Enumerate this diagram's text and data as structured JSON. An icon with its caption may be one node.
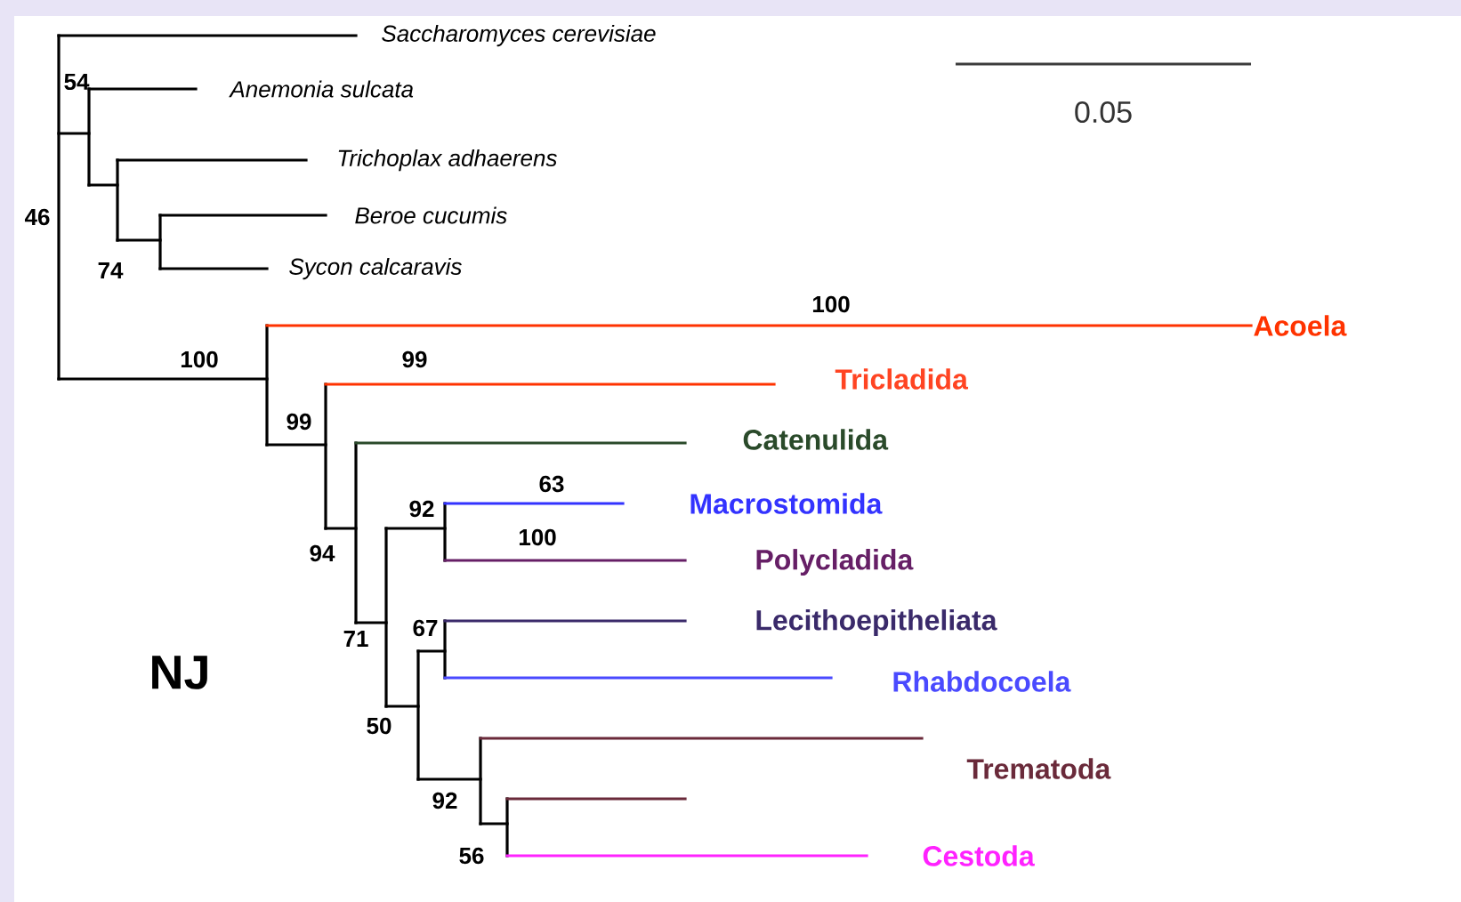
{
  "diagram": {
    "labels": [
      "Saccharomyces cerevisiae",
      "0.05",
      "54",
      "Anemonia sulcata",
      "Trichoplax adhaerens",
      "46",
      "Beroe cucumis",
      "74",
      "Sycon calcaravis",
      "100",
      "Acoela",
      "100",
      "99",
      "Tricladida",
      "99",
      "Catenulida",
      "63",
      "92",
      "Macrostomida",
      "100",
      "Polycladida",
      "94",
      "67",
      "Lecithoepitheliata",
      "71",
      "NJ",
      "Rhabdocoela",
      "50",
      "Trematoda",
      "92",
      "56",
      "Cestoda"
    ]
  }
}
